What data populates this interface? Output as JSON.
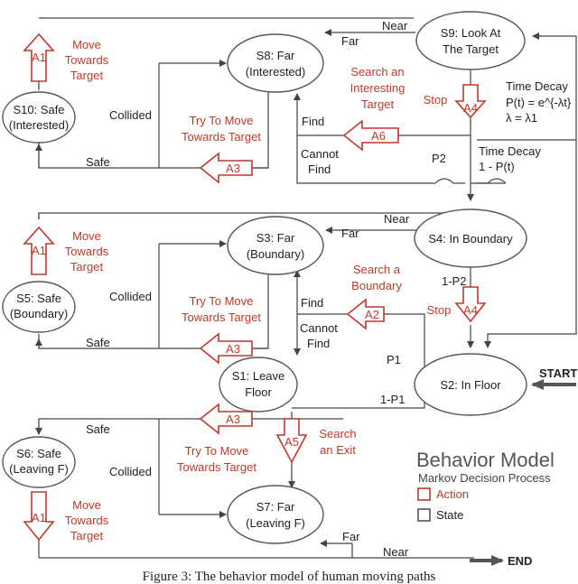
{
  "states": {
    "s1": [
      "S1: Leave",
      "Floor"
    ],
    "s2": [
      "S2: In Floor"
    ],
    "s3": [
      "S3: Far",
      "(Boundary)"
    ],
    "s4": [
      "S4: In Boundary"
    ],
    "s5": [
      "S5: Safe",
      "(Boundary)"
    ],
    "s6": [
      "S6: Safe",
      "(Leaving F)"
    ],
    "s7": [
      "S7: Far",
      "(Leaving F)"
    ],
    "s8": [
      "S8: Far",
      "(Interested)"
    ],
    "s9": [
      "S9: Look At",
      "The Target"
    ],
    "s10": [
      "S10: Safe",
      "(Interested)"
    ]
  },
  "actions": {
    "a1_top": {
      "id": "A1",
      "label": [
        "Move",
        "Towards",
        "Target"
      ]
    },
    "a1_mid": {
      "id": "A1",
      "label": [
        "Move",
        "Towards",
        "Target"
      ]
    },
    "a1_bot": {
      "id": "A1",
      "label": [
        "Move",
        "Towards",
        "Target"
      ]
    },
    "a2": {
      "id": "A2",
      "label": [
        "Search a",
        "Boundary"
      ]
    },
    "a3_top": {
      "id": "A3",
      "label": [
        "Try To Move",
        "Towards Target"
      ]
    },
    "a3_mid": {
      "id": "A3",
      "label": [
        "Try To Move",
        "Towards Target"
      ]
    },
    "a3_bot": {
      "id": "A3",
      "label": [
        "Try To Move",
        "Towards Target"
      ]
    },
    "a4_top": {
      "id": "A4",
      "label": [
        "Stop"
      ]
    },
    "a4_bot": {
      "id": "A4",
      "label": [
        "Stop"
      ]
    },
    "a5": {
      "id": "A5",
      "label": [
        "Search",
        "an Exit"
      ]
    },
    "a6": {
      "id": "A6",
      "label": [
        "Search an",
        "Interesting",
        "Target"
      ]
    }
  },
  "edge_labels": {
    "near_top": "Near",
    "far_top": "Far",
    "collided_top": "Collided",
    "safe_top": "Safe",
    "find_top": "Find",
    "cannot_find_top": [
      "Cannot",
      "Find"
    ],
    "p2": "P2",
    "time_decay_1": [
      "Time Decay",
      "P(t) = e^{-λt}",
      "λ = λ1"
    ],
    "time_decay_2": [
      "Time Decay",
      "1 - P(t)"
    ],
    "near_mid": "Near",
    "far_mid": "Far",
    "one_minus_p2": "1-P2",
    "collided_mid": "Collided",
    "safe_mid": "Safe",
    "find_mid": "Find",
    "cannot_find_mid": [
      "Cannot",
      "Find"
    ],
    "p1": "P1",
    "one_minus_p1": "1-P1",
    "start": "START",
    "safe_bot": "Safe",
    "collided_bot": "Collided",
    "far_bot": "Far",
    "near_bot": "Near",
    "end": "END"
  },
  "legend": {
    "title": "Behavior Model",
    "subtitle": "Markov Decision Process",
    "action": "Action",
    "state": "State"
  },
  "caption": "Figure 3: The behavior model of human moving paths",
  "colors": {
    "action": "#c0392b",
    "state": "#555555",
    "wire": "#444444"
  }
}
